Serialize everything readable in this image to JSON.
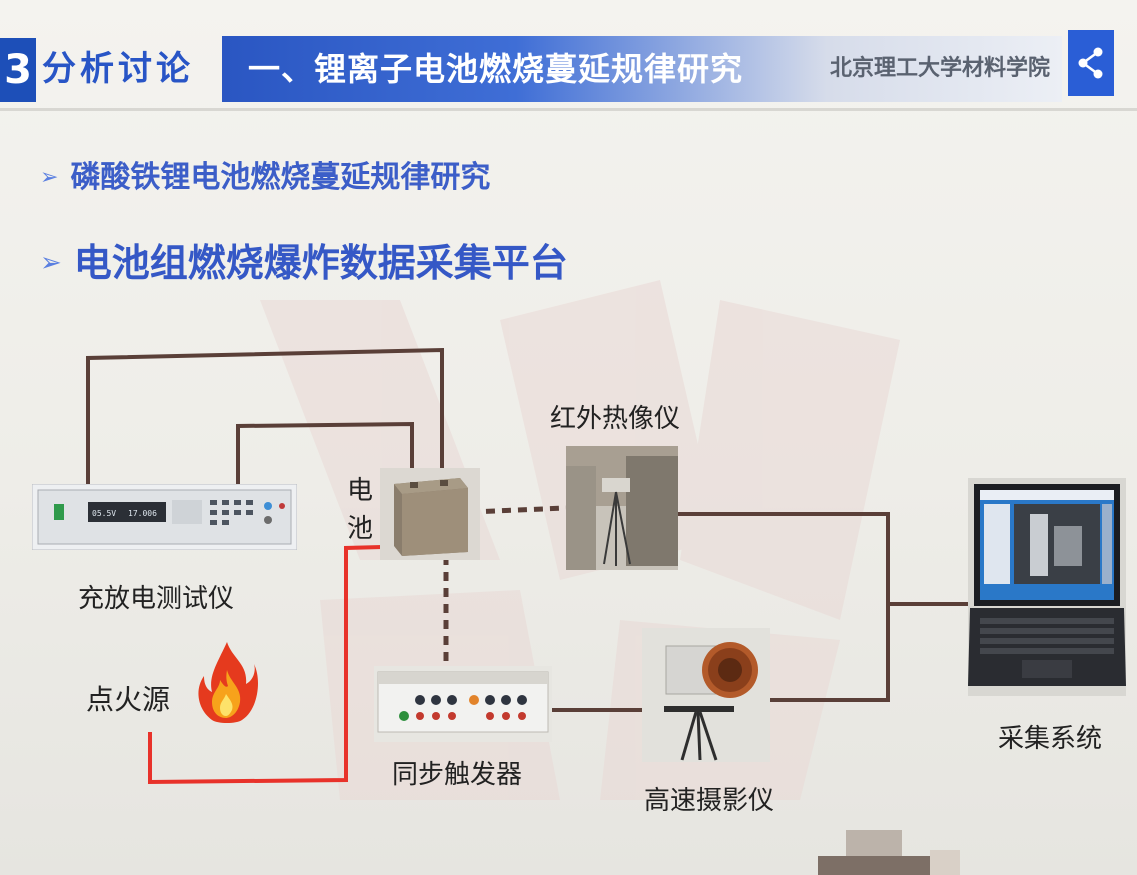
{
  "header": {
    "section_number": "3",
    "section_label": "分析讨论",
    "title": "一、锂离子电池燃烧蔓延规律研究",
    "institution": "北京理工大学材料学院"
  },
  "bullets": [
    {
      "marker": "➢",
      "text": "磷酸铁锂电池燃烧蔓延规律研究"
    },
    {
      "marker": "➢",
      "text": "电池组燃烧爆炸数据采集平台"
    }
  ],
  "diagram": {
    "labels": {
      "charger": "充放电测试仪",
      "battery": "电池",
      "ignition": "点火源",
      "infrared": "红外热像仪",
      "trigger": "同步触发器",
      "highspeed": "高速摄影仪",
      "acquisition": "采集系统"
    },
    "charger_display": {
      "left": "05.5V",
      "right": "17.006"
    },
    "colors": {
      "wire": "#5a3f38",
      "ignition_wire": "#e8322a",
      "dotted_link": "#5a3f38",
      "title_bar": "#2a56c2",
      "bullet_text": "#3558c6"
    }
  }
}
